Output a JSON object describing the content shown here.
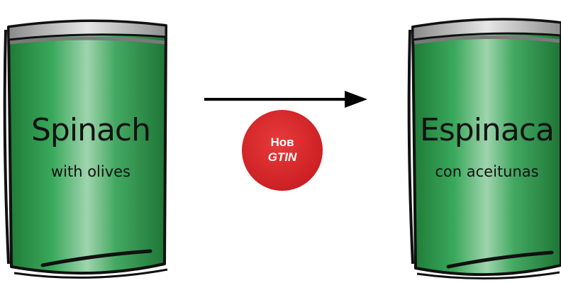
{
  "left_can": {
    "title": "Spinach",
    "subtitle": "with olives"
  },
  "right_can": {
    "title": "Espinaca",
    "subtitle": "con aceitunas"
  },
  "badge": {
    "line1": "Нов",
    "line2": "GTIN"
  },
  "colors": {
    "can_green": "#2f9a4e",
    "can_dark_green": "#1d7334",
    "outline": "#111111",
    "badge_red": "#d72227",
    "arrow": "#000000"
  }
}
